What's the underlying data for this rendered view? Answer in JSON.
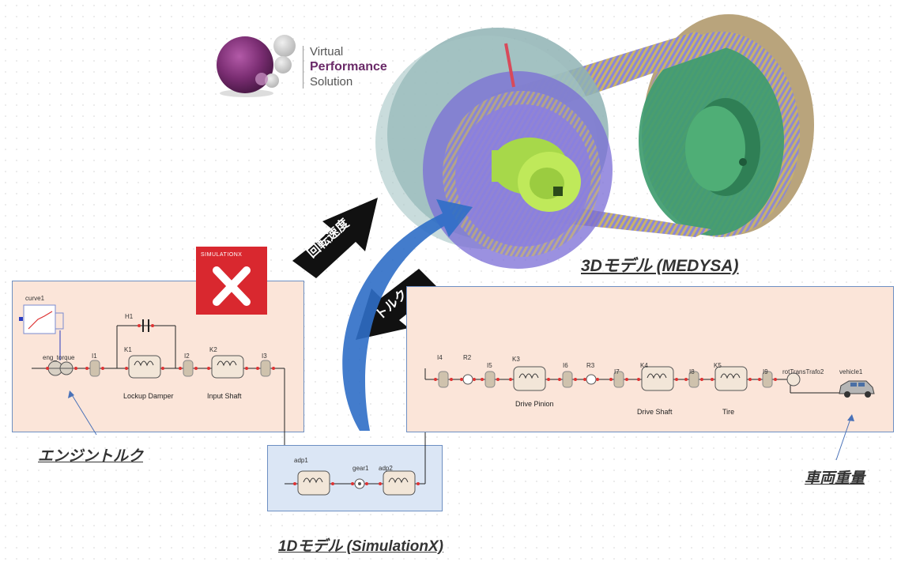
{
  "logo": {
    "line1": "Virtual",
    "line2": "Performance",
    "line3": "Solution"
  },
  "simx_logo": {
    "text": "SIMULATIONX"
  },
  "arrows": {
    "speed_label": "回転速度",
    "torque_label": "トルク"
  },
  "captions": {
    "model_3d": "3Dモデル (MEDYSA)",
    "model_1d": "1Dモデル (SimulationX)",
    "engine_torque": "エンジントルク",
    "vehicle_weight": "車両重量"
  },
  "left_panel": {
    "curve_label": "curve1",
    "eng_label": "eng_torque",
    "h1_label": "H1",
    "k1_label": "K1",
    "k2_label": "K2",
    "i1_label": "I1",
    "i2_label": "I2",
    "i3_label": "I3",
    "lockup_label": "Lockup Damper",
    "input_label": "Input Shaft"
  },
  "middle_panel": {
    "adp1_label": "adp1",
    "gear_label": "gear1",
    "adp2_label": "adp2"
  },
  "right_panel": {
    "i4_label": "I4",
    "r2_label": "R2",
    "i5_label": "I5",
    "k3_label": "K3",
    "i6_label": "I6",
    "r3_label": "R3",
    "i7_label": "I7",
    "k4_label": "K4",
    "i8_label": "I8",
    "k5_label": "K5",
    "i9_label": "I9",
    "trafo_label": "rotTransTrafo2",
    "vehicle_label": "vehicle1",
    "pinion_label": "Drive Pinion",
    "shaft_label": "Drive Shaft",
    "tire_label": "Tire"
  },
  "colors": {
    "panel_peach": "#fbe5d9",
    "panel_blue": "#dbe6f5",
    "panel_border": "#6d8fc2",
    "brand_purple": "#6a2a68",
    "simx_red": "#d9282f"
  }
}
